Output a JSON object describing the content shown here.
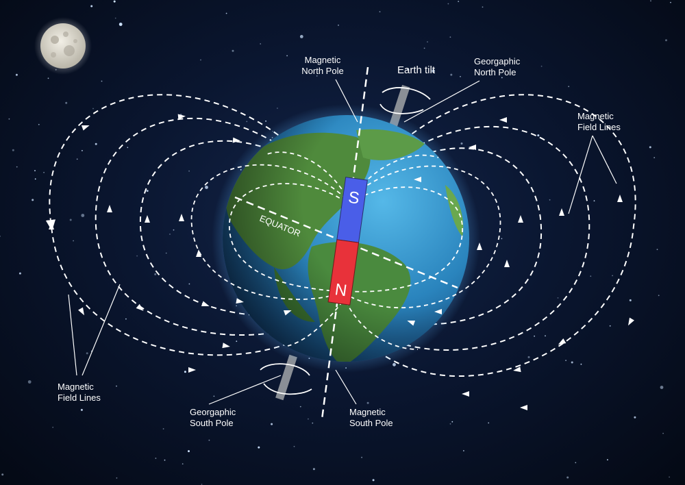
{
  "labels": {
    "magnetic_north_pole": [
      "Magnetic",
      "North Pole"
    ],
    "earth_tilt": "Earth tilt",
    "geographic_north_pole": [
      "Georgaphic",
      "North Pole"
    ],
    "field_lines_right": [
      "Magnetic",
      "Field Lines"
    ],
    "field_lines_left": [
      "Magnetic",
      "Field Lines"
    ],
    "geographic_south_pole": [
      "Georgaphic",
      "South Pole"
    ],
    "magnetic_south_pole": [
      "Magnetic",
      "South Pole"
    ],
    "equator": "EQUATOR",
    "magnet_south": "S",
    "magnet_north": "N"
  },
  "colors": {
    "space": "#0a1630",
    "ocean": "#2f8fc8",
    "land": "#4f8a3c",
    "magnet_south": "#4a5ee8",
    "magnet_north": "#e8323a",
    "field_line": "#ffffff",
    "moon": "#d9d6cc"
  }
}
